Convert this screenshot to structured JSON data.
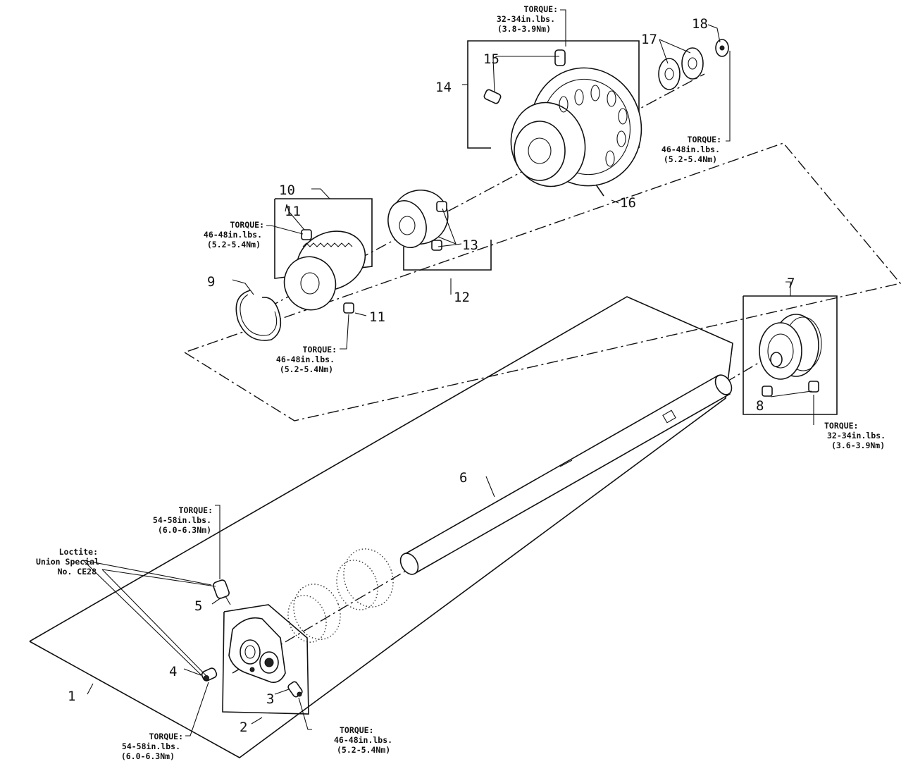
{
  "callouts": {
    "c1": "1",
    "c2": "2",
    "c3": "3",
    "c4": "4",
    "c5": "5",
    "c6": "6",
    "c7": "7",
    "c8": "8",
    "c9": "9",
    "c10": "10",
    "c11a": "11",
    "c11b": "11",
    "c12": "12",
    "c13": "13",
    "c14": "14",
    "c15": "15",
    "c16": "16",
    "c17": "17",
    "c18": "18"
  },
  "torque_notes": {
    "top": [
      "TORQUE:",
      "32-34in.lbs.",
      "(3.8-3.9Nm)"
    ],
    "right_upper": [
      "TORQUE:",
      "46-48in.lbs.",
      "(5.2-5.4Nm)"
    ],
    "gear_upper": [
      "TORQUE:",
      "46-48in.lbs.",
      "(5.2-5.4Nm)"
    ],
    "gear_lower": [
      "TORQUE:",
      "46-48in.lbs.",
      "(5.2-5.4Nm)"
    ],
    "right_lower": [
      "TORQUE:",
      "32-34in.lbs.",
      "(3.6-3.9Nm)"
    ],
    "left_upper": [
      "TORQUE:",
      "54-58in.lbs.",
      "(6.0-6.3Nm)"
    ],
    "left_lower": [
      "TORQUE:",
      "54-58in.lbs.",
      "(6.0-6.3Nm)"
    ],
    "bottom_mid": [
      "TORQUE:",
      "46-48in.lbs.",
      "(5.2-5.4Nm)"
    ]
  },
  "loctite_note": [
    "Loctite:",
    "Union Special",
    "No. CE28"
  ]
}
